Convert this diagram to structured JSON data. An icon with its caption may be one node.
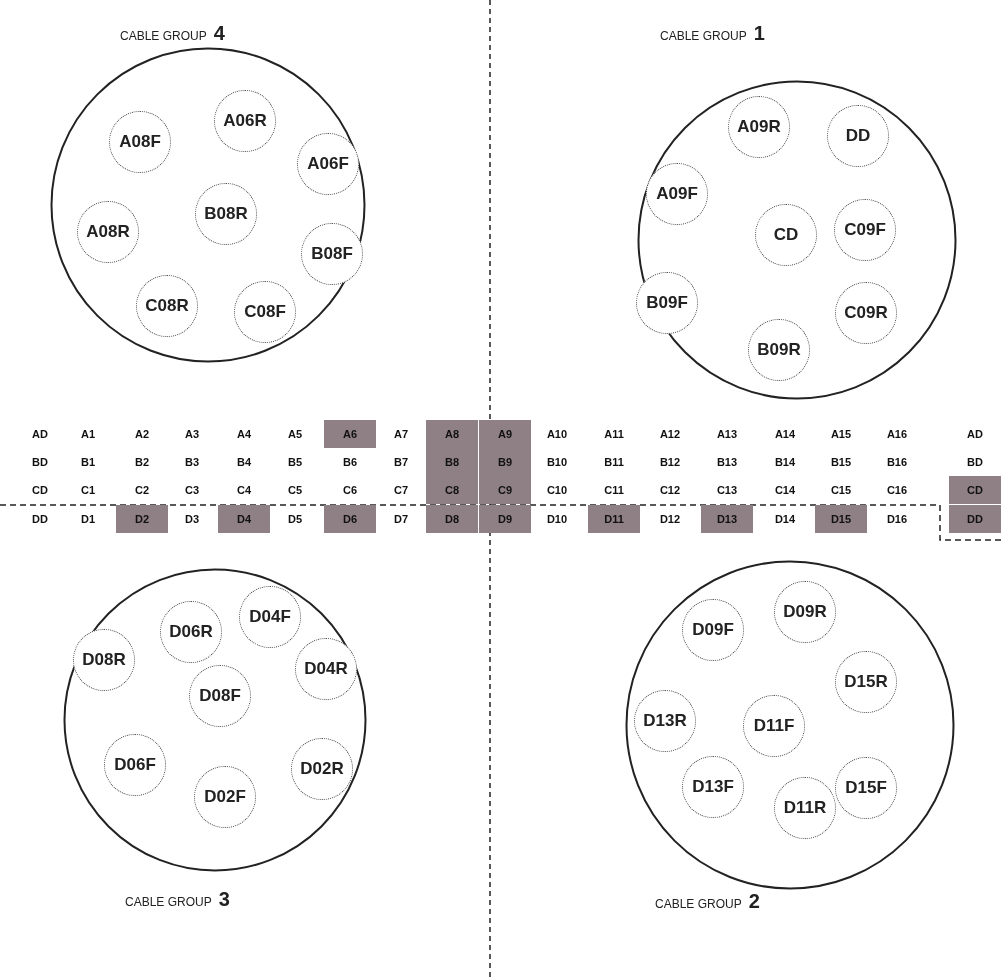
{
  "diagram": {
    "nodes": [
      {
        "text": [
          "CABLE GROUP **4**"
        ]
      },
      {
        "text": [
          "A06R"
        ],
        "in": 0
      },
      {
        "text": [
          "A08F"
        ],
        "in": 0
      },
      {
        "text": [
          "A06F"
        ],
        "in": 0
      },
      {
        "text": [
          "B08R"
        ],
        "in": 0
      },
      {
        "text": [
          "A08R"
        ],
        "in": 0
      },
      {
        "text": [
          "B08F"
        ],
        "in": 0
      },
      {
        "text": [
          "C08R"
        ],
        "in": 0
      },
      {
        "text": [
          "C08F"
        ],
        "in": 0
      },
      {
        "text": [
          "CABLE GROUP **1**"
        ]
      },
      {
        "text": [
          "A09R"
        ],
        "in": 9
      },
      {
        "text": [
          "DD"
        ],
        "in": 9
      },
      {
        "text": [
          "A09F"
        ],
        "in": 9
      },
      {
        "text": [
          "CD"
        ],
        "in": 9
      },
      {
        "text": [
          "C09F"
        ],
        "in": 9
      },
      {
        "text": [
          "B09F"
        ],
        "in": 9
      },
      {
        "text": [
          "C09R"
        ],
        "in": 9
      },
      {
        "text": [
          "B09R"
        ],
        "in": 9
      },
      {
        "text": [
          "CABLE GROUP **3**"
        ]
      },
      {
        "text": [
          "D06R"
        ],
        "in": 18
      },
      {
        "text": [
          "D04F"
        ],
        "in": 18
      },
      {
        "text": [
          "D08R"
        ],
        "in": 18
      },
      {
        "text": [
          "D08F"
        ],
        "in": 18
      },
      {
        "text": [
          "D04R"
        ],
        "in": 18
      },
      {
        "text": [
          "D06F"
        ],
        "in": 18
      },
      {
        "text": [
          "D02R"
        ],
        "in": 18
      },
      {
        "text": [
          "D02F"
        ],
        "in": 18
      },
      {
        "text": [
          "CABLE GROUP **2**"
        ]
      },
      {
        "text": [
          "D09F"
        ],
        "in": 27
      },
      {
        "text": [
          "D09R"
        ],
        "in": 27
      },
      {
        "text": [
          "D15R"
        ],
        "in": 27
      },
      {
        "text": [
          "D13R"
        ],
        "in": 27
      },
      {
        "text": [
          "D11F"
        ],
        "in": 27
      },
      {
        "text": [
          "D15F"
        ],
        "in": 27
      },
      {
        "text": [
          "D13F"
        ],
        "in": 27
      },
      {
        "text": [
          "D11R"
        ],
        "in": 27
      }
    ],
    "labels": [
      "AD",
      "A1",
      "A2",
      "A3",
      "A4",
      "A5",
      "A6",
      "A7",
      "A8",
      "A9",
      "A10",
      "A11",
      "A12",
      "A13",
      "A14",
      "A15",
      "A16",
      "AD",
      "BD",
      "B1",
      "B2",
      "B3",
      "B4",
      "B5",
      "B6",
      "B7",
      "B8",
      "B9",
      "B10",
      "B11",
      "B12",
      "B13",
      "B14",
      "B15",
      "B16",
      "BD",
      "CD",
      "C1",
      "C2",
      "C3",
      "C4",
      "C5",
      "C6",
      "C7",
      "C8",
      "C9",
      "C10",
      "C11",
      "C12",
      "C13",
      "C14",
      "C15",
      "C16",
      "CD",
      "DD",
      "D1",
      "D2",
      "D3",
      "D4",
      "D5",
      "D6",
      "D7",
      "D8",
      "D9",
      "D10",
      "D11",
      "D12",
      "D13",
      "D14",
      "D15",
      "D16",
      "DD"
    ]
  }
}
